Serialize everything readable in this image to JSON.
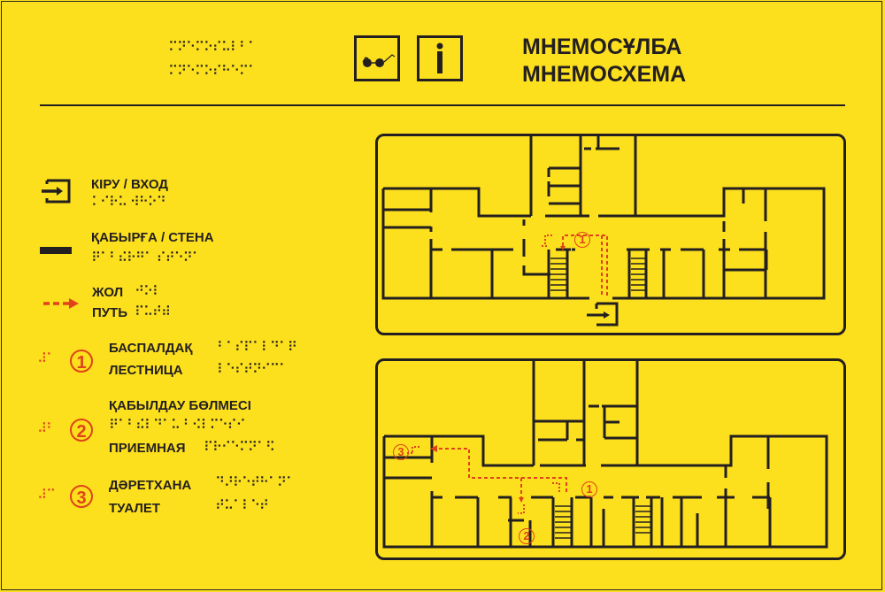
{
  "header": {
    "title_kz": "МНЕМОСҰЛБА",
    "title_ru": "МНЕМОСХЕМА",
    "braille_line1": "⠍⠝⠑⠍⠕⠎⠥⠇⠃⠁",
    "braille_line2": "⠍⠝⠑⠍⠕⠎⠓⠑⠍⠁",
    "icons": [
      "low-vision-glasses-icon",
      "information-icon"
    ],
    "info_glyph": "i"
  },
  "legend": {
    "entrance": {
      "label": "КІРУ / ВХОД",
      "braille": "⠅⠊⠗⠥ ⠺⠓⠕⠙",
      "icon": "entrance-icon"
    },
    "wall": {
      "label": "ҚАБЫРҒА / СТЕНА",
      "braille": "⠟⠁⠃⠮⠗⠛⠁ ⠎⠞⠑⠝⠁",
      "icon": "wall-line-icon"
    },
    "path": {
      "label_kz": "ЖОЛ",
      "label_ru": "ПУТЬ",
      "braille_kz": "⠚⠕⠇",
      "braille_ru": "⠏⠥⠞⠾",
      "icon": "dashed-arrow-icon",
      "color": "#e0421a"
    },
    "items": [
      {
        "number": "1",
        "label_kz": "БАСПАЛДАҚ",
        "label_ru": "ЛЕСТНИЦА",
        "braille_kz": "⠃⠁⠎⠏⠁⠇⠙⠁⠟",
        "braille_ru": "⠇⠑⠎⠞⠝⠊⠉⠁",
        "braille_num": "⠼⠁"
      },
      {
        "number": "2",
        "label_kz": "ҚАБЫЛДАУ БӨЛМЕСІ",
        "label_ru": "ПРИЕМНАЯ",
        "braille_kz": "⠟⠁⠃⠮⠇⠙⠁⠥ ⠃⠪⠇⠍⠑⠎⠊",
        "braille_ru": "⠏⠗⠊⠑⠍⠝⠁⠫",
        "braille_num": "⠼⠃"
      },
      {
        "number": "3",
        "label_kz": "ДӘРЕТХАНА",
        "label_ru": "ТУАЛЕТ",
        "braille_kz": "⠙⠜⠗⠑⠞⠓⠁⠝⠁",
        "braille_ru": "⠞⠥⠁⠇⠑⠞",
        "braille_num": "⠼⠉"
      }
    ]
  },
  "plans": {
    "floor1": {
      "markers": [
        "1"
      ]
    },
    "floor2": {
      "markers": [
        "3",
        "1",
        "2"
      ]
    }
  },
  "colors": {
    "background": "#fde01d",
    "ink": "#231f20",
    "accent": "#e0421a"
  }
}
